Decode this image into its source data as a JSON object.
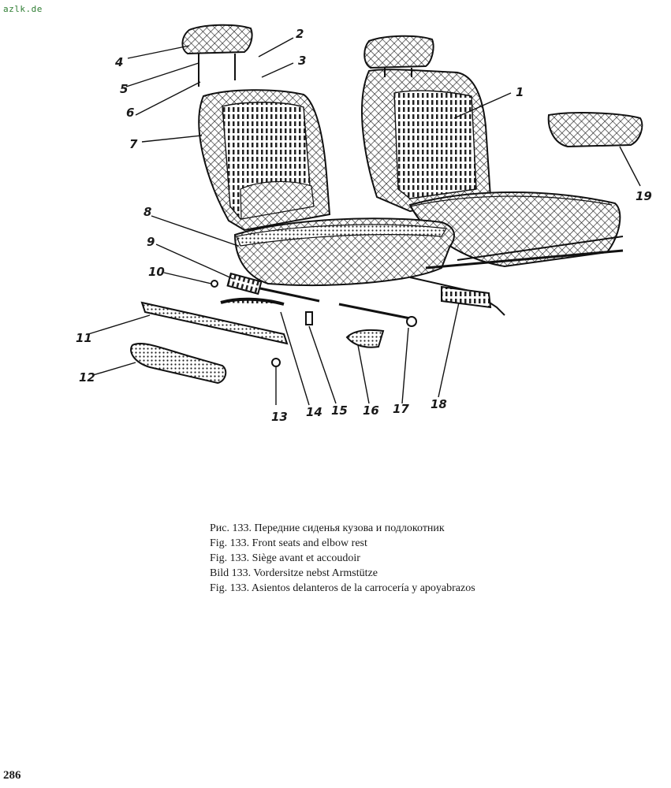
{
  "watermark": "azlk.de",
  "figure": {
    "callouts": [
      "1",
      "2",
      "3",
      "4",
      "5",
      "6",
      "7",
      "8",
      "9",
      "10",
      "11",
      "12",
      "13",
      "14",
      "15",
      "16",
      "17",
      "18",
      "19"
    ]
  },
  "caption": {
    "lines": [
      "Рис. 133. Передние сиденья кузова и подлокотник",
      "Fig. 133. Front seats and elbow rest",
      "Fig. 133. Siège avant et accoudoir",
      "Bild 133. Vordersitze nebst Armstütze",
      "Fig. 133. Asientos delanteros de la carrocería y apoyabrazos"
    ]
  },
  "page_number": "286"
}
